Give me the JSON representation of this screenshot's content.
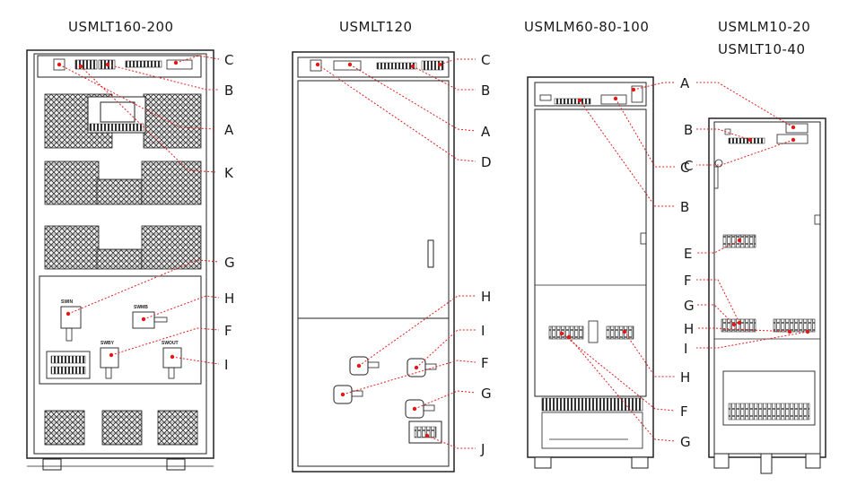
{
  "titles": {
    "t1": "USMLT160-200",
    "t2": "USMLT120",
    "t3": "USMLM60-80-100",
    "t4a": "USMLM10-20",
    "t4b": "USMLT10-40"
  },
  "cabinet1": {
    "labels": {
      "C": "C",
      "B": "B",
      "A": "A",
      "K": "K",
      "G": "G",
      "H": "H",
      "F": "F",
      "I": "I"
    },
    "switches": {
      "swin": "SWIN",
      "swmb": "SWMB",
      "swby": "SWBY",
      "swout": "SWOUT"
    }
  },
  "cabinet2": {
    "labels": {
      "C": "C",
      "B": "B",
      "A": "A",
      "D": "D",
      "H": "H",
      "I": "I",
      "F": "F",
      "G": "G",
      "J": "J"
    }
  },
  "cabinet3": {
    "labels": {
      "A": "A",
      "C": "C",
      "B": "B",
      "H": "H",
      "F": "F",
      "G": "G"
    }
  },
  "cabinet4": {
    "labels": {
      "A": "A",
      "B": "B",
      "C": "C",
      "E": "E",
      "F": "F",
      "G": "G",
      "H": "H",
      "I": "I"
    }
  },
  "colors": {
    "leader": "#e02020",
    "marker": "#e01818",
    "outline": "#222222"
  }
}
